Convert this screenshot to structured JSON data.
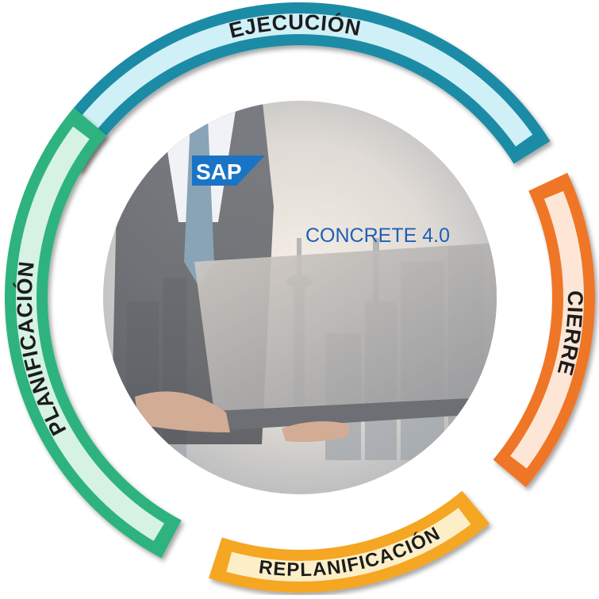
{
  "center": {
    "logo_text": "SAP",
    "title": "CONCRETE 4.0"
  },
  "phases": [
    {
      "label": "EJECUCIÓN",
      "color": "#1E8CA6",
      "inner_color": "#CFF0F6"
    },
    {
      "label": "CIERRE",
      "color": "#EF7628",
      "inner_color": "#FDE6D6"
    },
    {
      "label": "REPLANIFICACIÓN",
      "color": "#F5A623",
      "inner_color": "#FCEFC8"
    },
    {
      "label": "PLANIFICACIÓN",
      "color": "#2DB37E",
      "inner_color": "#D5F2E3"
    }
  ],
  "colors": {
    "title": "#1F5FB4",
    "logo_bg": "#1A74C6",
    "logo_text": "#ffffff",
    "arc_text": "#1f1f1f"
  }
}
